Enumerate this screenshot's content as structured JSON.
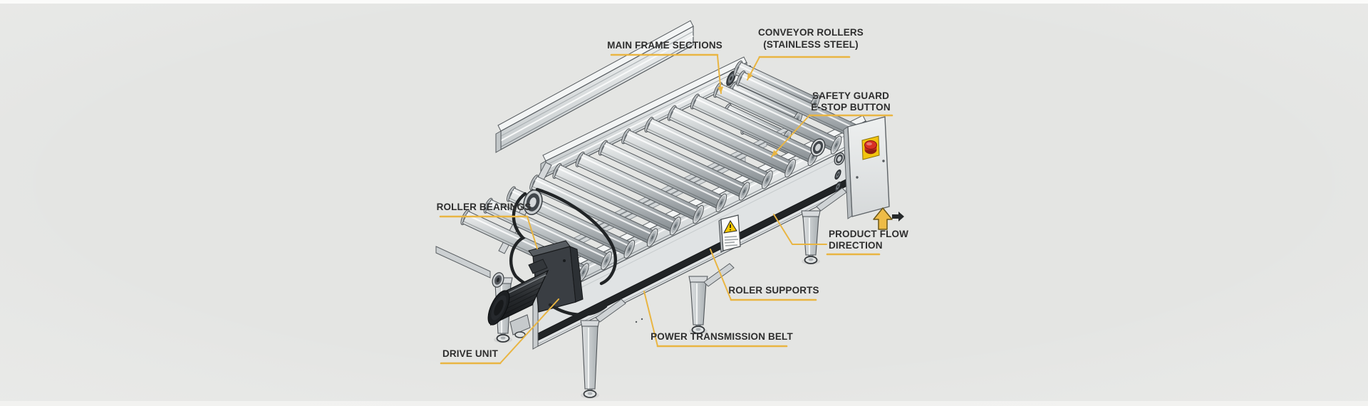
{
  "diagram": {
    "subject": "roller conveyor exploded technical illustration",
    "background_color": "#E4E5E3",
    "accent_color": "#E9B542",
    "text_color": "#2E2E2E",
    "estop_color": "#D93025",
    "warning_color": "#F6C800",
    "belt_color": "#212426",
    "metal_light": "#E9EBEB",
    "metal_dark": "#9AA0A4",
    "labels": [
      {
        "id": "main-frame-sections",
        "lines": [
          "MAIN FRAME SECTIONS"
        ]
      },
      {
        "id": "conveyor-rollers",
        "lines": [
          "CONVEYOR ROLLERS",
          "(STAINLESS STEEL)"
        ]
      },
      {
        "id": "safety-guard-estop",
        "lines": [
          "SAFETY GUARD",
          "E-STOP BUTTON"
        ]
      },
      {
        "id": "roller-bearings",
        "lines": [
          "ROLLER BEARINGS"
        ]
      },
      {
        "id": "product-flow-direction",
        "lines": [
          "PRODUCT FLOW",
          "DIRECTION"
        ]
      },
      {
        "id": "roler-supports",
        "lines": [
          "ROLER SUPPORTS"
        ]
      },
      {
        "id": "power-transmission-belt",
        "lines": [
          "POWER TRANSMISSION BELT"
        ]
      },
      {
        "id": "drive-unit",
        "lines": [
          "DRIVE UNIT"
        ]
      }
    ],
    "icons": [
      "product-flow-up-arrow-icon",
      "product-flow-right-arrow-icon",
      "warning-triangle-icon",
      "estop-button-icon",
      "roller-bearing-ring-icon"
    ]
  }
}
